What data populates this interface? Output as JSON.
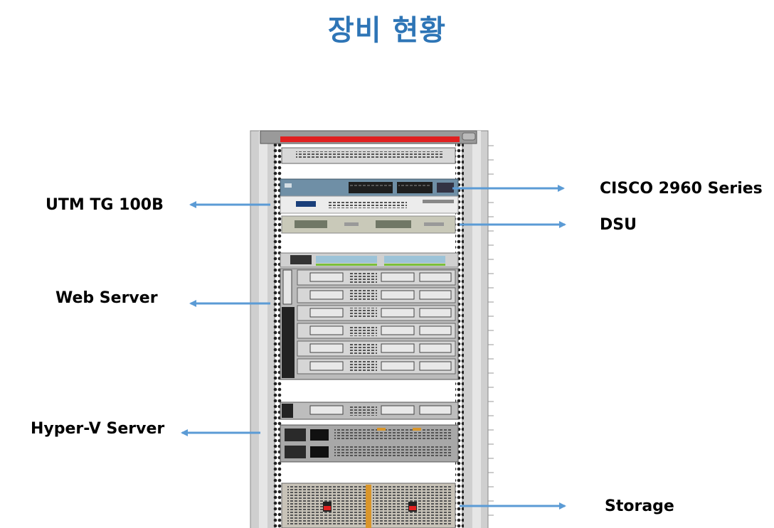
{
  "title": "장비 현황",
  "labels": {
    "utm": "UTM TG 100B",
    "web_server": "Web Server",
    "hyperv_server": "Hyper-V Server",
    "cisco": "CISCO 2960 Series",
    "dsu": "DSU",
    "storage": "Storage"
  },
  "colors": {
    "title": "#2e75b6",
    "arrow": "#5b9bd5",
    "rack_red": "#e02020"
  }
}
